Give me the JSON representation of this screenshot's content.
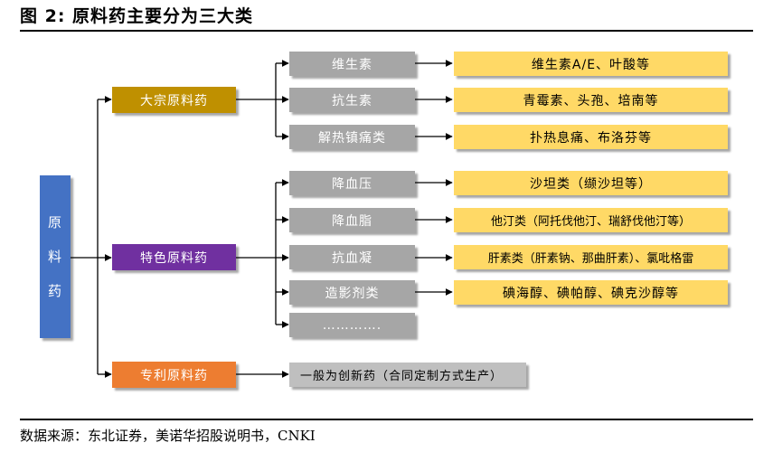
{
  "figure_title": "图  2:  原料药主要分为三大类",
  "root": {
    "chars": [
      "原",
      "料",
      "药"
    ]
  },
  "categories": [
    {
      "label": "大宗原料药",
      "subs": [
        {
          "label": "维生素",
          "example": "维生素A/E、叶酸等"
        },
        {
          "label": "抗生素",
          "example": "青霉素、头孢、培南等"
        },
        {
          "label": "解热镇痛类",
          "example": "扑热息痛、布洛芬等"
        }
      ]
    },
    {
      "label": "特色原料药",
      "subs": [
        {
          "label": "降血压",
          "example": "沙坦类（缬沙坦等）"
        },
        {
          "label": "降血脂",
          "example": "他汀类（阿托伐他汀、瑞舒伐他汀等）"
        },
        {
          "label": "抗血凝",
          "example": "肝素类（肝素钠、那曲肝素）、氯吡格雷"
        },
        {
          "label": "造影剂类",
          "example": "碘海醇、碘帕醇、碘克沙醇等"
        },
        {
          "label": "………….",
          "example": ""
        }
      ]
    },
    {
      "label": "专利原料药",
      "subs": [
        {
          "label": "一般为创新药（合同定制方式生产）",
          "example": ""
        }
      ]
    }
  ],
  "source": "数据来源：东北证券，美诺华招股说明书，CNKI",
  "colors": {
    "root": "#4472c4",
    "bulk": "#bf9000",
    "specialty": "#7030a0",
    "patent": "#ed7d31",
    "sub": "#a6a6a6",
    "example": "#ffd966"
  }
}
